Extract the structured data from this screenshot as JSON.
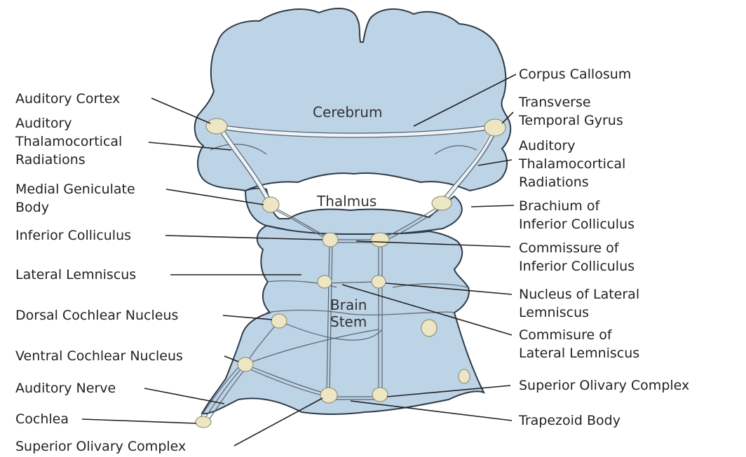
{
  "diagram": {
    "regions": {
      "cerebrum": "Cerebrum",
      "thalmus": "Thalmus",
      "brain_stem": [
        "Brain",
        "Stem"
      ]
    },
    "labels_left": [
      [
        "Auditory Cortex"
      ],
      [
        "Auditory",
        "Thalamocortical",
        "Radiations"
      ],
      [
        "Medial Geniculate",
        "Body"
      ],
      [
        "Inferior Colliculus"
      ],
      [
        "Lateral Lemniscus"
      ],
      [
        "Dorsal Cochlear Nucleus"
      ],
      [
        "Ventral Cochlear Nucleus"
      ],
      [
        "Auditory Nerve"
      ],
      [
        "Cochlea"
      ],
      [
        "Superior Olivary Complex"
      ]
    ],
    "labels_right": [
      [
        "Corpus Callosum"
      ],
      [
        "Transverse",
        "Temporal Gyrus"
      ],
      [
        "Auditory",
        "Thalamocortical",
        "Radiations"
      ],
      [
        "Brachium of",
        "Inferior Colliculus"
      ],
      [
        "Commissure of",
        "Inferior Colliculus"
      ],
      [
        "Nucleus of Lateral",
        "Lemniscus"
      ],
      [
        "Commisure of",
        "Lateral Lemniscus"
      ],
      [
        "Superior Olivary Complex"
      ],
      [
        "Trapezoid Body"
      ]
    ],
    "colors": {
      "tissue": "#bdd3e6",
      "outline": "#2e3b48",
      "nucleus": "#ece6c4",
      "text": "#222222"
    }
  }
}
